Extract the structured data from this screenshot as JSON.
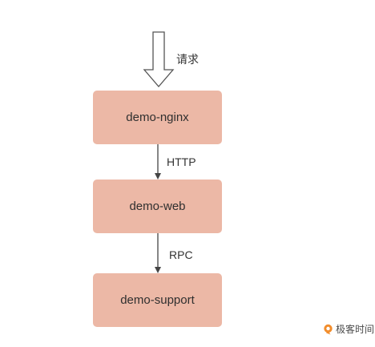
{
  "diagram": {
    "request_label": "请求",
    "nodes": [
      {
        "label": "demo-nginx"
      },
      {
        "label": "demo-web"
      },
      {
        "label": "demo-support"
      }
    ],
    "edges": [
      {
        "from": "demo-nginx",
        "to": "demo-web",
        "label": "HTTP"
      },
      {
        "from": "demo-web",
        "to": "demo-support",
        "label": "RPC"
      }
    ],
    "colors": {
      "node_fill": "#ecb8a6",
      "line": "#555555",
      "logo_accent": "#f28d2c"
    }
  },
  "watermark": {
    "text": "极客时间"
  }
}
